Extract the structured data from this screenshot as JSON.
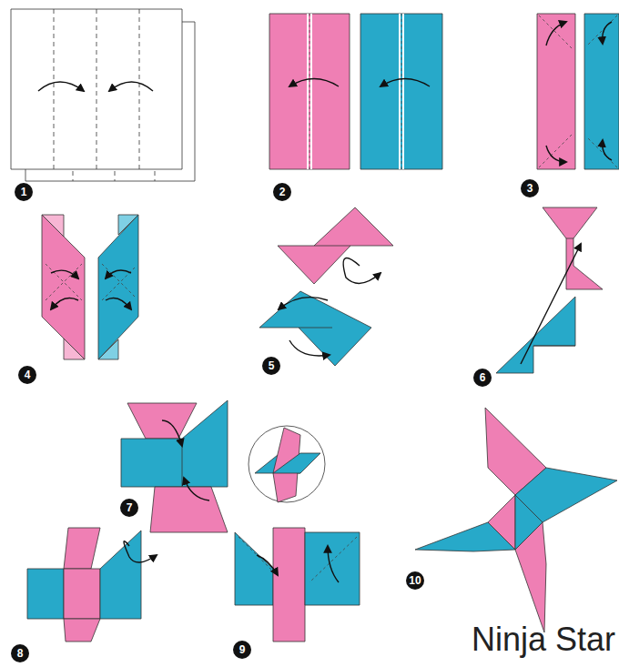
{
  "diagram": {
    "title": "Ninja Star",
    "labels": [
      "1",
      "2",
      "3",
      "4",
      "5",
      "6",
      "7",
      "8",
      "9",
      "10"
    ]
  }
}
